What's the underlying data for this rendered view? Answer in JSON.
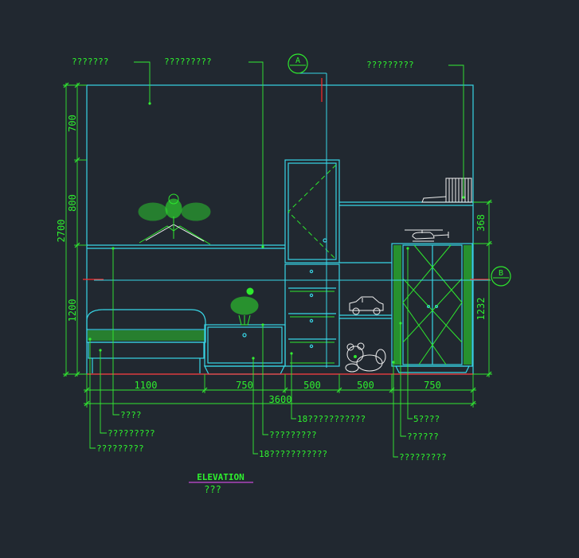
{
  "colors": {
    "background": "#212830",
    "outline": "#38d6e6",
    "dimension": "#31e831",
    "annotation": "#33ee33",
    "centerline": "#ff2a2a",
    "text": "#2ef02e",
    "title_underline": "#c84ad8"
  },
  "top_labels": [
    "???????",
    "?????????",
    "?????????"
  ],
  "section_markers": {
    "a": "A",
    "b": "B"
  },
  "dimensions": {
    "overall_width": "3600",
    "widths": [
      "1100",
      "750",
      "500",
      "500",
      "750"
    ],
    "overall_height": "2700",
    "heights": [
      "700",
      "800",
      "1200"
    ],
    "right_heights": [
      "368",
      "1232"
    ]
  },
  "left_callouts": [
    "????",
    "?????????",
    "?????????"
  ],
  "middle_callouts": [
    "18???????????",
    "?????????",
    "18???????????"
  ],
  "right_callouts": [
    "5????",
    "??????",
    "?????????"
  ],
  "title": "ELEVATION",
  "subtitle": "???",
  "icons": [
    "kite-icon",
    "flower-pot-icon",
    "helicopter-icon",
    "toy-car-icon",
    "teddy-bear-icon",
    "books-icon"
  ]
}
